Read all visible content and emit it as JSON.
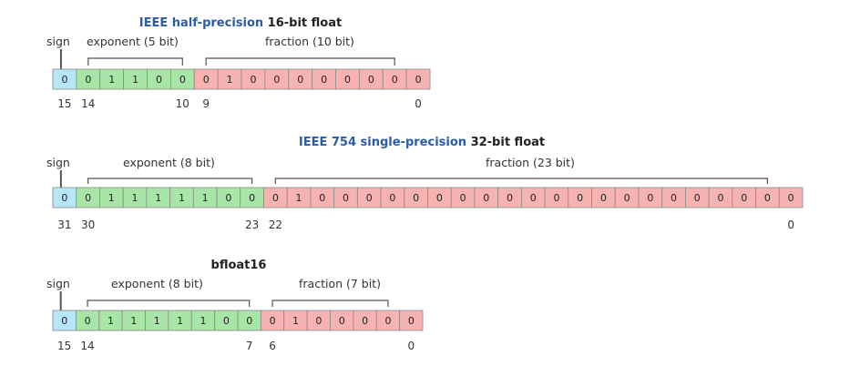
{
  "colors": {
    "sign": "#b7e6f7",
    "exponent": "#a7e6a7",
    "fraction": "#f7b2b2",
    "cell_border": "#8a8a8a",
    "bracket": "#555555",
    "title_link": "#2a5caa"
  },
  "diagrams": [
    {
      "title_link": "IEEE half-precision",
      "title_rest": " 16-bit float",
      "sign_label": "sign",
      "exponent_label": "exponent (5 bit)",
      "fraction_label": "fraction (10 bit)",
      "exponent_bits": 5,
      "bits": [
        0,
        0,
        1,
        1,
        0,
        0,
        0,
        1,
        0,
        0,
        0,
        0,
        0,
        0,
        0,
        0
      ],
      "index_labels": [
        "15",
        "14",
        "10",
        "9",
        "0"
      ]
    },
    {
      "title_link": "IEEE 754 single-precision",
      "title_rest": " 32-bit float",
      "sign_label": "sign",
      "exponent_label": "exponent (8 bit)",
      "fraction_label": "fraction (23 bit)",
      "exponent_bits": 8,
      "bits": [
        0,
        0,
        1,
        1,
        1,
        1,
        1,
        0,
        0,
        0,
        1,
        0,
        0,
        0,
        0,
        0,
        0,
        0,
        0,
        0,
        0,
        0,
        0,
        0,
        0,
        0,
        0,
        0,
        0,
        0,
        0,
        0
      ],
      "index_labels": [
        "31",
        "30",
        "23",
        "22",
        "0"
      ]
    },
    {
      "title_link": "",
      "title_rest": "bfloat16",
      "sign_label": "sign",
      "exponent_label": "exponent (8 bit)",
      "fraction_label": "fraction (7 bit)",
      "exponent_bits": 8,
      "bits": [
        0,
        0,
        1,
        1,
        1,
        1,
        1,
        0,
        0,
        0,
        1,
        0,
        0,
        0,
        0,
        0
      ],
      "index_labels": [
        "15",
        "14",
        "7",
        "6",
        "0"
      ]
    }
  ]
}
